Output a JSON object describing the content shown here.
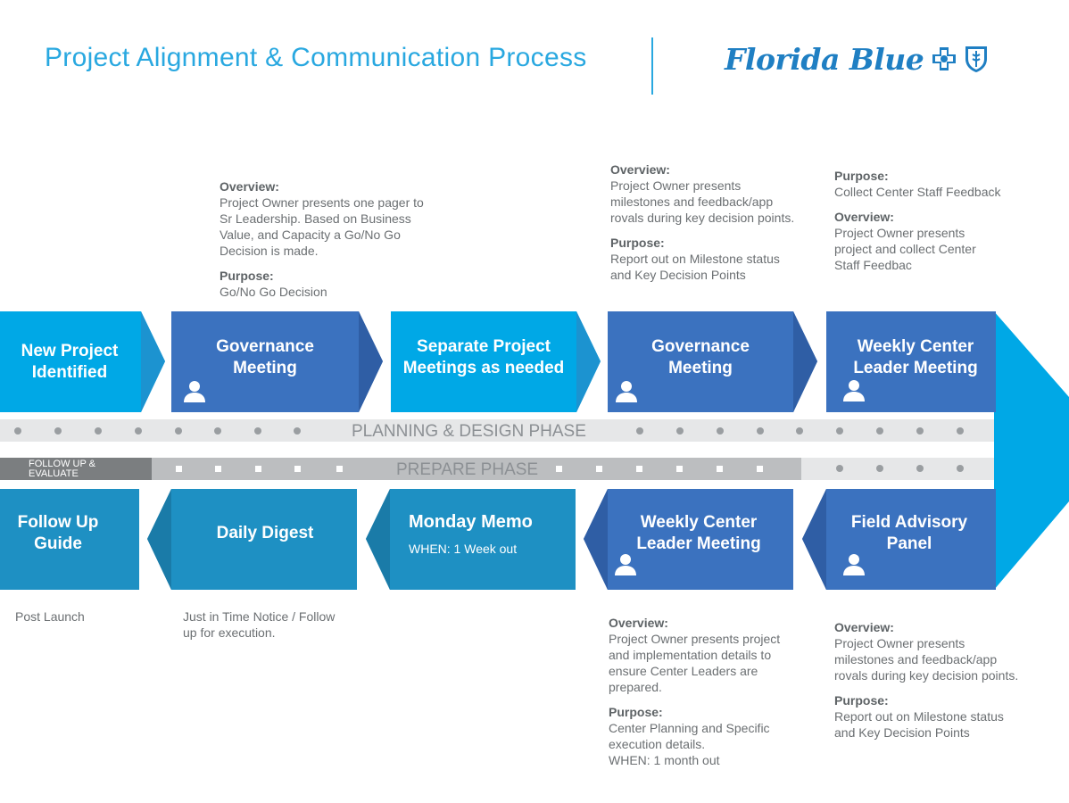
{
  "header": {
    "title": "Project Alignment & Communication Process",
    "logo_text": "Florida Blue"
  },
  "colors": {
    "light_blue": "#00a8e6",
    "mid_blue": "#3b72bf",
    "dark_blue": "#2f5ea5",
    "teal": "#1e90c3",
    "teal_dark": "#1a7ba8",
    "title_blue": "#29a8e0",
    "band_gray": "#e6e7e8",
    "band_dark": "#7b7e80",
    "band_mid": "#bcbec0"
  },
  "top_row": [
    {
      "label_lines": [
        "New Project",
        "Identified"
      ],
      "has_person": false
    },
    {
      "label_lines": [
        "Governance",
        "Meeting"
      ],
      "has_person": true
    },
    {
      "label_lines": [
        "Separate Project",
        "Meetings as needed"
      ],
      "has_person": false
    },
    {
      "label_lines": [
        "Governance",
        "Meeting"
      ],
      "has_person": true
    },
    {
      "label_lines": [
        "Weekly Center",
        "Leader Meeting"
      ],
      "has_person": true
    }
  ],
  "bottom_row": [
    {
      "label_lines": [
        "Follow Up",
        "Guide"
      ],
      "has_person": false
    },
    {
      "label_lines": [
        "Daily Digest"
      ],
      "has_person": false
    },
    {
      "label_lines": [
        "Monday Memo"
      ],
      "sub": "WHEN: 1 Week out",
      "has_person": false
    },
    {
      "label_lines": [
        "Weekly Center",
        "Leader Meeting"
      ],
      "has_person": true
    },
    {
      "label_lines": [
        "Field Advisory",
        "Panel"
      ],
      "has_person": true
    }
  ],
  "bands": {
    "planning": "PLANNING & DESIGN PHASE",
    "prepare": "PREPARE PHASE",
    "follow_up_lines": [
      "FOLLOW UP &",
      "EVALUATE"
    ]
  },
  "notes_top": [
    {
      "blocks": [
        {
          "heading": "Overview:",
          "lines": [
            "Project Owner presents one pager to",
            "Sr Leadership. Based on Business",
            "Value, and Capacity a Go/No Go",
            "Decision is made."
          ]
        },
        {
          "heading": "Purpose:",
          "lines": [
            "Go/No Go Decision"
          ]
        }
      ]
    },
    {
      "blocks": [
        {
          "heading": "Overview:",
          "lines": [
            "Project Owner presents",
            "milestones and feedback/app",
            "rovals during key decision points."
          ]
        },
        {
          "heading": "Purpose:",
          "lines": [
            "Report out on Milestone status",
            "and Key Decision Points"
          ]
        }
      ]
    },
    {
      "blocks": [
        {
          "heading": "Purpose:",
          "lines": [
            "Collect Center Staff Feedback"
          ]
        },
        {
          "heading": "Overview:",
          "lines": [
            "Project Owner presents",
            "project and collect Center",
            "Staff Feedbac"
          ]
        }
      ]
    }
  ],
  "notes_bottom": [
    {
      "blocks": [
        {
          "heading": "",
          "lines": [
            "Post Launch"
          ]
        }
      ]
    },
    {
      "blocks": [
        {
          "heading": "",
          "lines": [
            "Just in Time Notice / Follow",
            "up for execution."
          ]
        }
      ]
    },
    {
      "blocks": [
        {
          "heading": "Overview:",
          "lines": [
            "Project Owner presents project",
            "and implementation details to",
            "ensure Center Leaders are",
            "prepared."
          ]
        },
        {
          "heading": "Purpose:",
          "lines": [
            "Center Planning and Specific",
            "execution details.",
            "WHEN: 1 month out"
          ]
        }
      ]
    },
    {
      "blocks": [
        {
          "heading": "Overview:",
          "lines": [
            "Project Owner presents",
            "milestones and feedback/app",
            "rovals during key decision points."
          ]
        },
        {
          "heading": "Purpose:",
          "lines": [
            "Report out on Milestone status",
            "and Key Decision Points"
          ]
        }
      ]
    }
  ]
}
